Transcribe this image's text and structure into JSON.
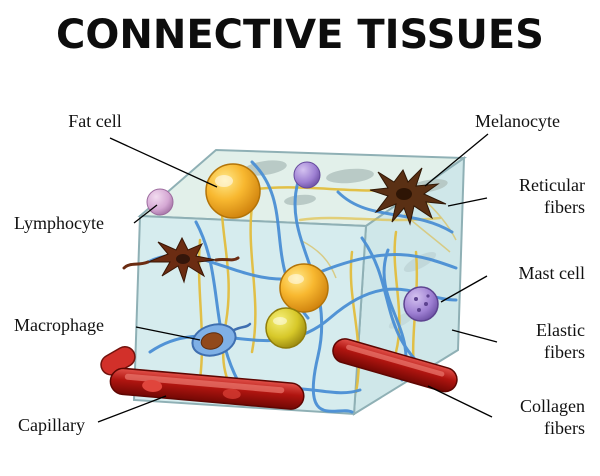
{
  "title": "CONNECTIVE TISSUES",
  "labels": {
    "fat_cell": "Fat cell",
    "melanocyte": "Melanocyte",
    "lymphocyte": "Lymphocyte",
    "reticular_fibers": "Reticular fibers",
    "mast_cell": "Mast cell",
    "macrophage": "Macrophage",
    "elastic_fibers": "Elastic fibers",
    "capillary": "Capillary",
    "collagen_fibers": "Collagen fibers"
  },
  "colors": {
    "background": "#ffffff",
    "title_text": "#0d0d0d",
    "label_text": "#111111",
    "leader_line": "#000000",
    "cube_top_face": "#e2f0ea",
    "cube_front_face": "#d6ecee",
    "cube_right_face": "#cfe7e9",
    "cube_edge": "#8fb0b5",
    "elastic_fiber": "#4a8fd4",
    "collagen_fiber": "#e2bd3e",
    "capillary_red": "#b01510",
    "fat_cell_orange": "#f8b830",
    "fat_cell_yellow_green": "#d7c829",
    "mast_cell_purple": "#9d7fd2",
    "lymphocyte_pink": "#d5a8d4",
    "melanocyte_brown": "#5a3014",
    "macrophage_blue": "#7fb0e6"
  }
}
